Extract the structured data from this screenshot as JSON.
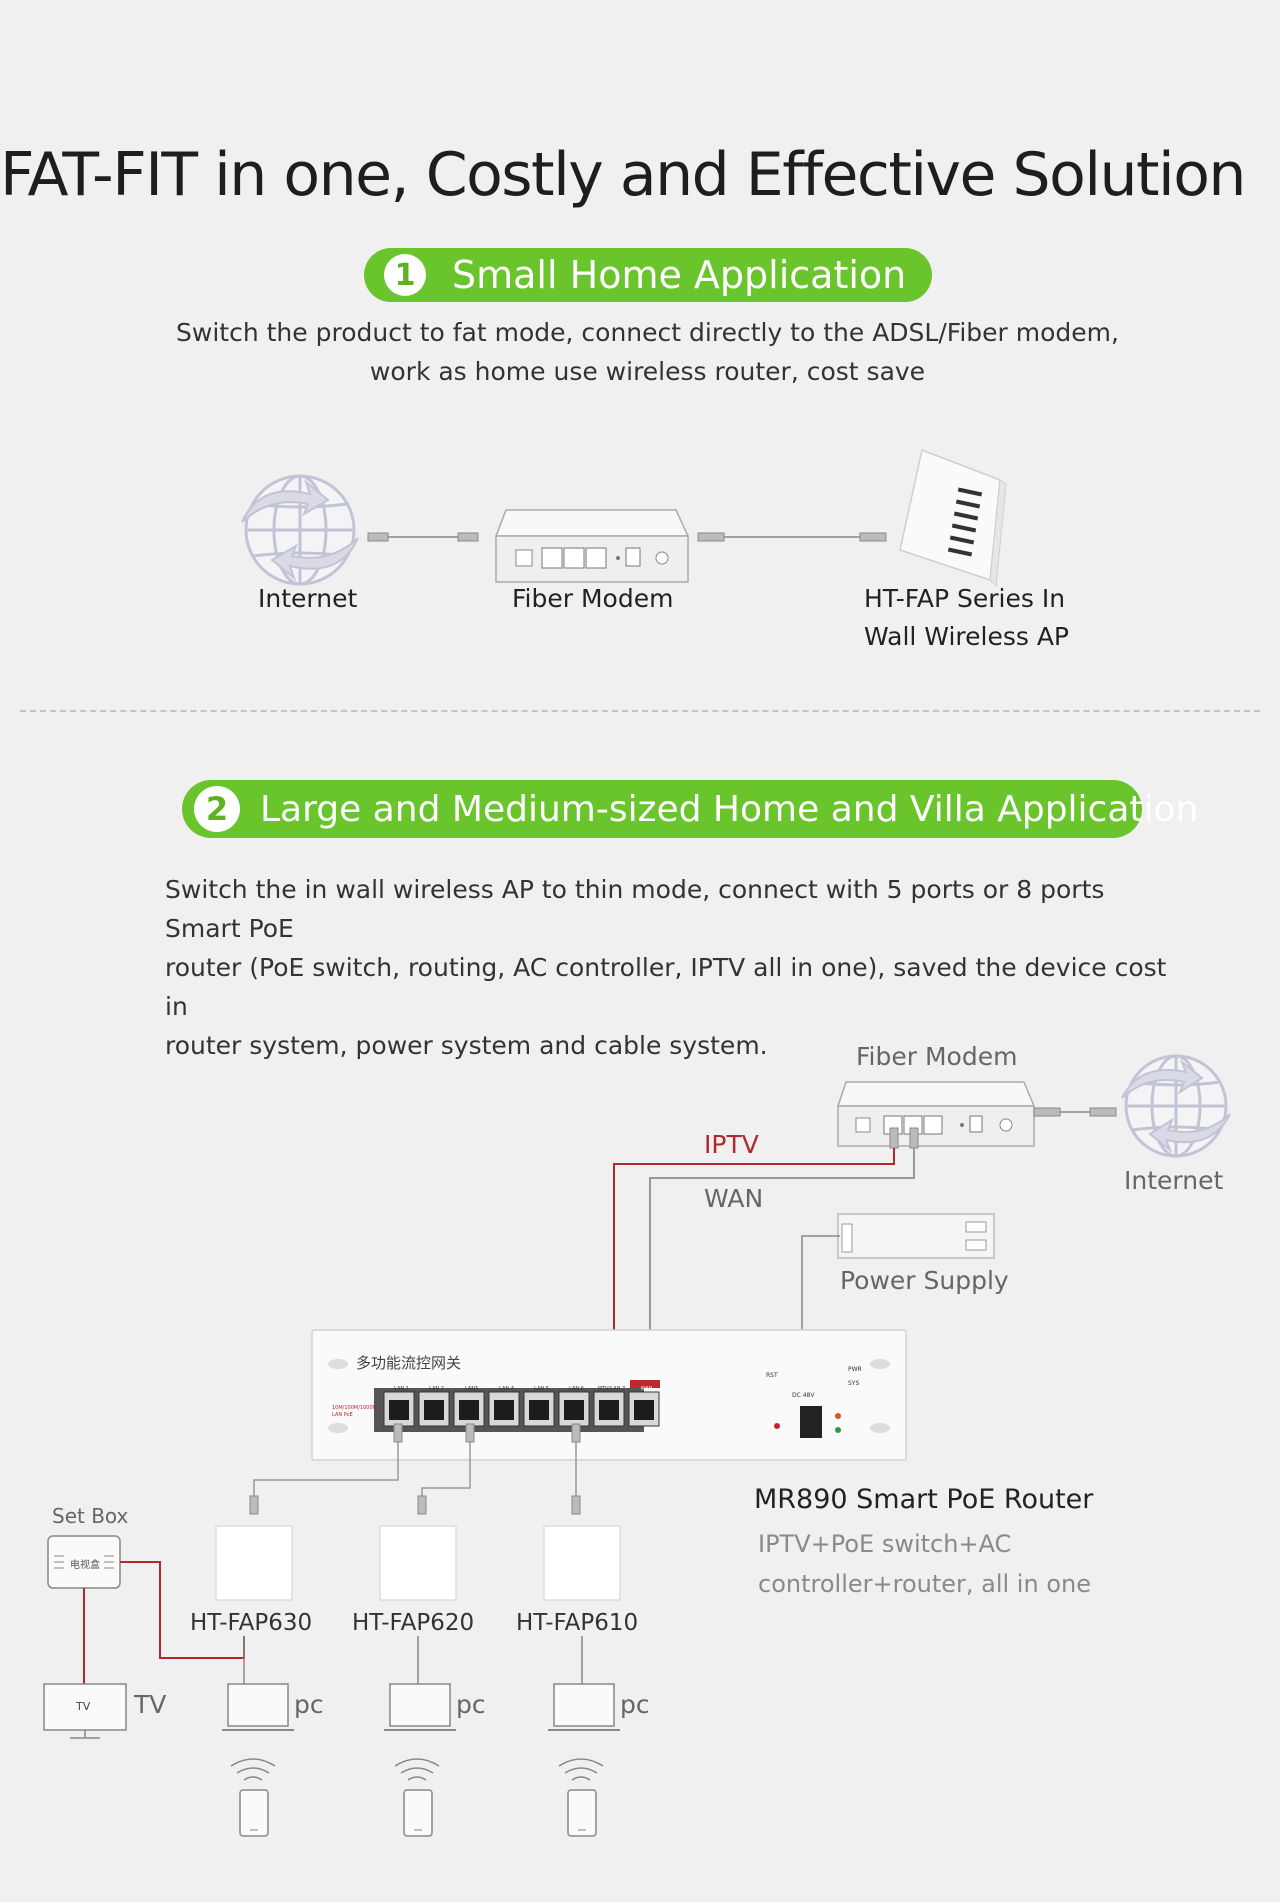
{
  "title": "FAT-FIT in one, Costly and Effective Solution",
  "section1": {
    "number": "1",
    "heading": "Small Home Application",
    "desc_line1": "Switch the product to fat mode, connect directly to the ADSL/Fiber modem,",
    "desc_line2": "work as home use wireless router, cost save",
    "nodes": {
      "internet": "Internet",
      "modem": "Fiber Modem",
      "ap_line1": "HT-FAP Series In",
      "ap_line2": "Wall Wireless AP"
    }
  },
  "section2": {
    "number": "2",
    "heading": "Large and Medium-sized Home and Villa Application",
    "desc_line1": "Switch the in wall wireless AP to thin mode, connect with 5 ports or 8 ports Smart PoE",
    "desc_line2": "router (PoE switch, routing, AC controller, IPTV all in one), saved the device cost in",
    "desc_line3": "router system, power system and cable system.",
    "fiber_modem": "Fiber Modem",
    "internet": "Internet",
    "iptv": "IPTV",
    "wan": "WAN",
    "power_supply": "Power Supply",
    "router_brand": "多功能流控网关",
    "port_labels": [
      "LAN 1",
      "LAN 2",
      "LAN3",
      "LAN 4",
      "LAN 5",
      "LAN 6",
      "IPTV/LAN 7",
      "WAN"
    ],
    "speed_label": "10M/100M/1000M LAN PoE",
    "rst_label": "RST",
    "dc_label": "DC 48V",
    "pwr_label": "PWR",
    "sys_label": "SYS",
    "router_name": "MR890 Smart PoE Router",
    "router_desc1": "IPTV+PoE switch+AC",
    "router_desc2": "controller+router, all in one",
    "set_box": "Set Box",
    "set_box_inner": "电视盒",
    "tv": "TV",
    "tv_inner": "TV",
    "ap_names": [
      "HT-FAP630",
      "HT-FAP620",
      "HT-FAP610"
    ],
    "pc": "pc"
  },
  "colors": {
    "accent_green": "#6ac42c",
    "iptv_red": "#b2292d",
    "background": "#f0f0f0"
  },
  "icons": [
    "globe-icon",
    "modem-icon",
    "wall-ap-icon",
    "router-icon",
    "power-supply-icon",
    "set-box-icon",
    "tv-icon",
    "laptop-icon",
    "phone-icon",
    "wifi-icon",
    "connector-icon"
  ]
}
